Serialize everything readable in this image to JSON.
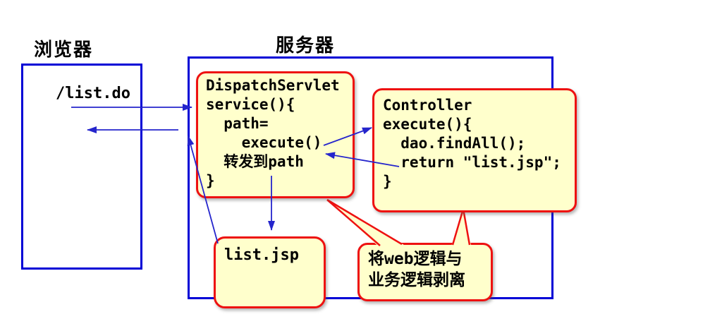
{
  "diagram": {
    "browser_label": "浏览器",
    "server_label": "服务器",
    "request_path": "/list.do",
    "dispatch_servlet": {
      "lines": [
        "DispatchServlet",
        "service(){",
        "  path=",
        "    execute()",
        "  转发到path",
        "}"
      ]
    },
    "controller": {
      "lines": [
        "Controller",
        "execute(){",
        "  dao.findAll();",
        "  return \"list.jsp\";",
        "}"
      ]
    },
    "jsp_label": "list.jsp",
    "callout": {
      "lines": [
        "将web逻辑与",
        "业务逻辑剥离"
      ]
    },
    "colors": {
      "container_border_blue": "#0000D6",
      "arrow_blue": "#2525CC",
      "note_border_red": "#EE1111",
      "note_fill_cream": "#FFFFCC"
    }
  }
}
